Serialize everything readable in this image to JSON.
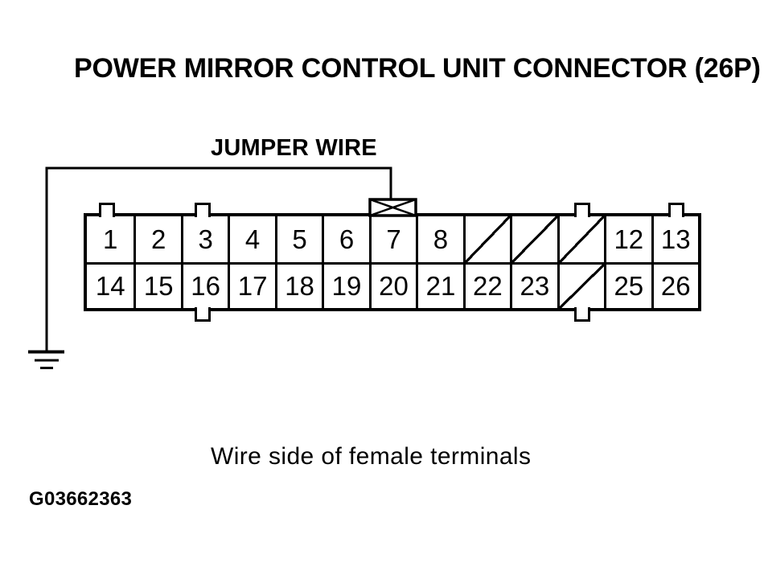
{
  "title": "POWER MIRROR CONTROL UNIT CONNECTOR (26P)",
  "jumper_wire_label": "JUMPER WIRE",
  "caption": "Wire side of female terminals",
  "figure_id": "G03662363",
  "connector": {
    "pin_count": 26,
    "rows": [
      {
        "cells": [
          "1",
          "2",
          "3",
          "4",
          "5",
          "6",
          "7",
          "8",
          "/",
          "/",
          "/",
          "12",
          "13"
        ]
      },
      {
        "cells": [
          "14",
          "15",
          "16",
          "17",
          "18",
          "19",
          "20",
          "21",
          "22",
          "23",
          "/",
          "25",
          "26"
        ]
      }
    ],
    "no_terminal_marker": "/",
    "jumper": {
      "from_pin": "7",
      "to": "ground"
    }
  },
  "colors": {
    "ink": "#000000",
    "paper": "#ffffff"
  }
}
